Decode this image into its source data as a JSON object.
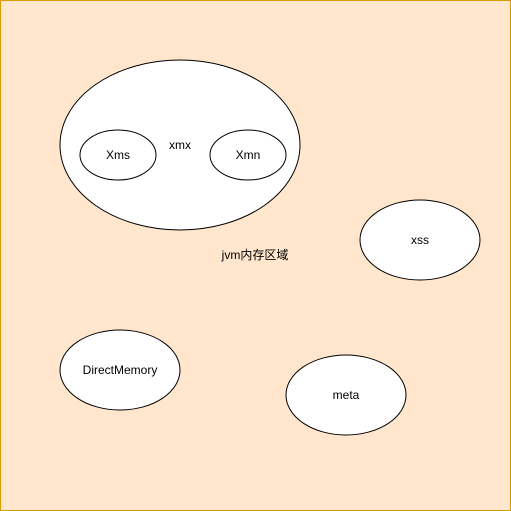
{
  "colors": {
    "background": "#ffe6cc",
    "border": "#d79b00",
    "shape_fill": "#ffffff",
    "shape_stroke": "#000000",
    "text": "#000000"
  },
  "diagram": {
    "region_label": "jvm内存区域",
    "nodes": {
      "xmx": "xmx",
      "xms": "Xms",
      "xmn": "Xmn",
      "xss": "xss",
      "direct_memory": "DirectMemory",
      "meta": "meta"
    }
  }
}
